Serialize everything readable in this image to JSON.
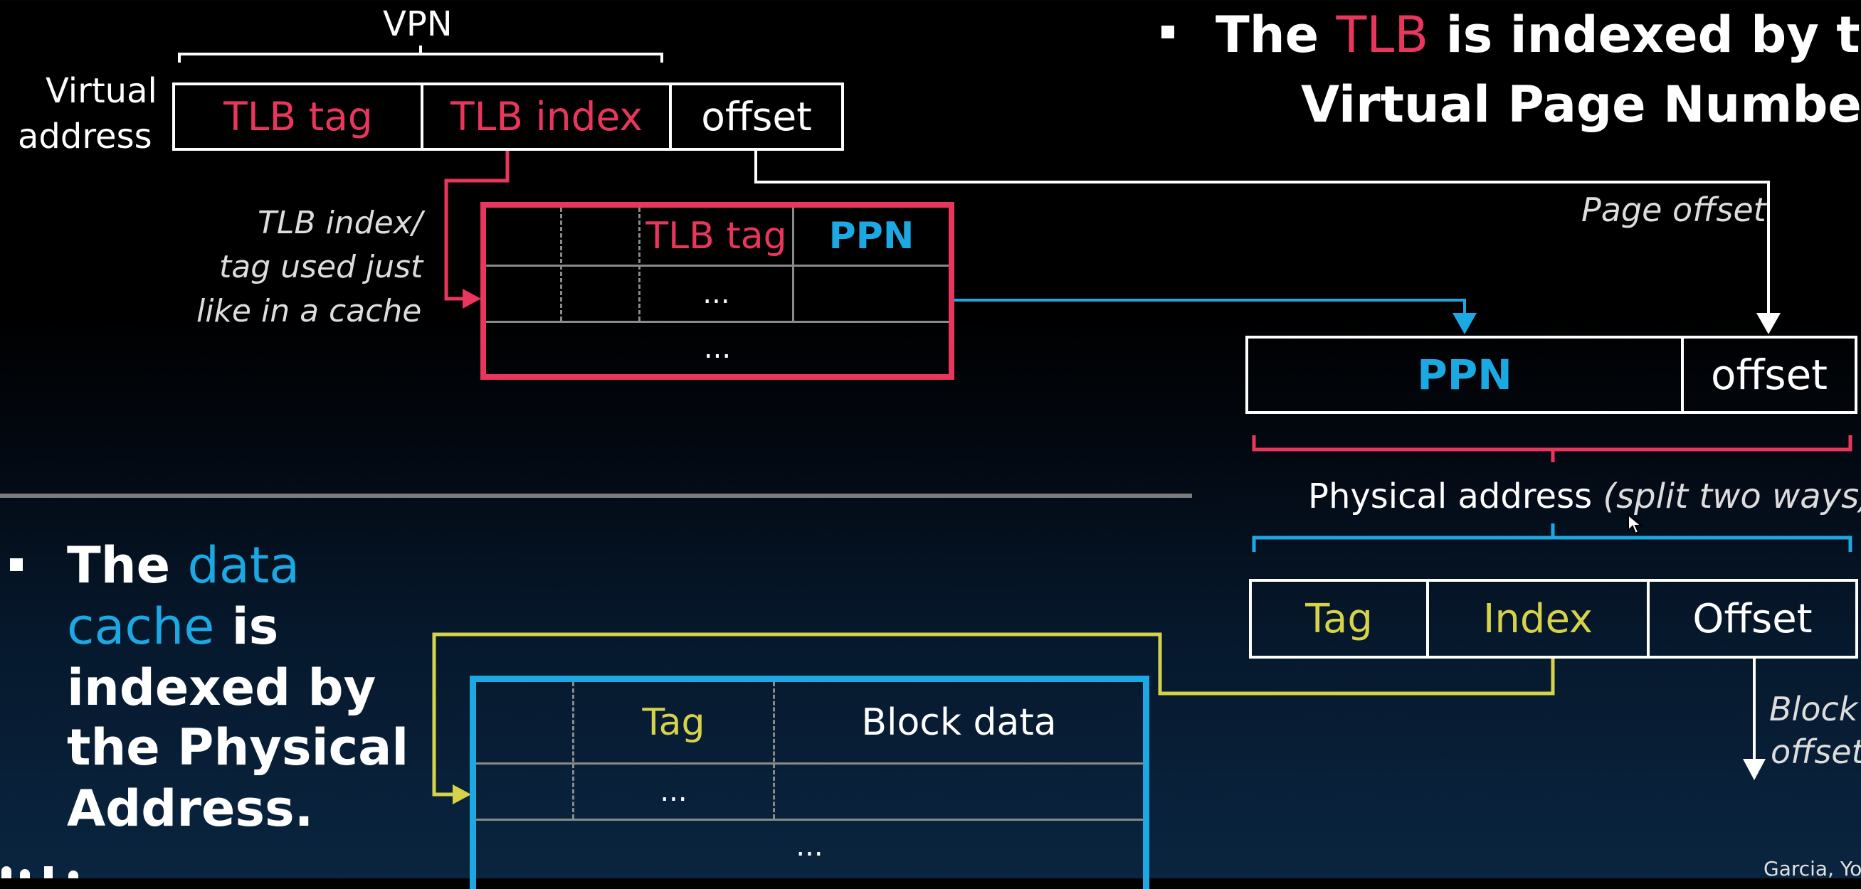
{
  "colors": {
    "background": "#000000",
    "tlb_red": "#e8365d",
    "cache_blue": "#1ca8e3",
    "index_yellow": "#d6d34a",
    "divider": "#7c7c7c",
    "white": "#ffffff"
  },
  "top_bullet": {
    "pre": "The ",
    "highlight": "TLB",
    "post": " is indexed by the",
    "line2": "Virtual Page Number."
  },
  "bottom_bullet": {
    "line1_pre": "The ",
    "line1_highlight": "data",
    "line2_highlight": "cache",
    "line2_post": " is",
    "line3": "indexed by",
    "line4": "the Physical",
    "line5": "Address."
  },
  "virtual_address": {
    "label_line1": "Virtual",
    "label_line2": "address",
    "vpn_label": "VPN",
    "fields": [
      "TLB tag",
      "TLB index",
      "offset"
    ]
  },
  "tlb_annotation": {
    "line1": "TLB index/",
    "line2": "tag used just",
    "line3": "like in a cache"
  },
  "tlb_table": {
    "header_tag": "TLB tag",
    "header_ppn": "PPN",
    "row2": "...",
    "row3": "..."
  },
  "page_offset_label": "Page offset",
  "physical_address_top": {
    "fields": [
      "PPN",
      "offset"
    ]
  },
  "physical_address_label": {
    "main": "Physical address",
    "note": "(split two ways)"
  },
  "physical_address_split": {
    "fields": [
      "Tag",
      "Index",
      "Offset"
    ]
  },
  "block_offset_label": {
    "line1": "Block",
    "line2": "offset"
  },
  "cache_table": {
    "header_tag": "Tag",
    "header_data": "Block data",
    "row2": "...",
    "row3": "..."
  },
  "credit": "Garcia, Yo"
}
